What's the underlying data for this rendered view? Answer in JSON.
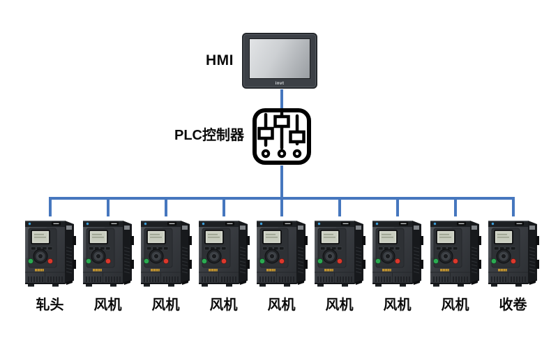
{
  "hmi": {
    "label": "HMI",
    "logo_text": "invt"
  },
  "plc": {
    "label": "PLC控制器"
  },
  "network": {
    "connector_color": "#4677BE"
  },
  "drives": [
    {
      "label": "轧头"
    },
    {
      "label": "风机"
    },
    {
      "label": "风机"
    },
    {
      "label": "风机"
    },
    {
      "label": "风机"
    },
    {
      "label": "风机"
    },
    {
      "label": "风机"
    },
    {
      "label": "风机"
    },
    {
      "label": "收卷"
    }
  ]
}
